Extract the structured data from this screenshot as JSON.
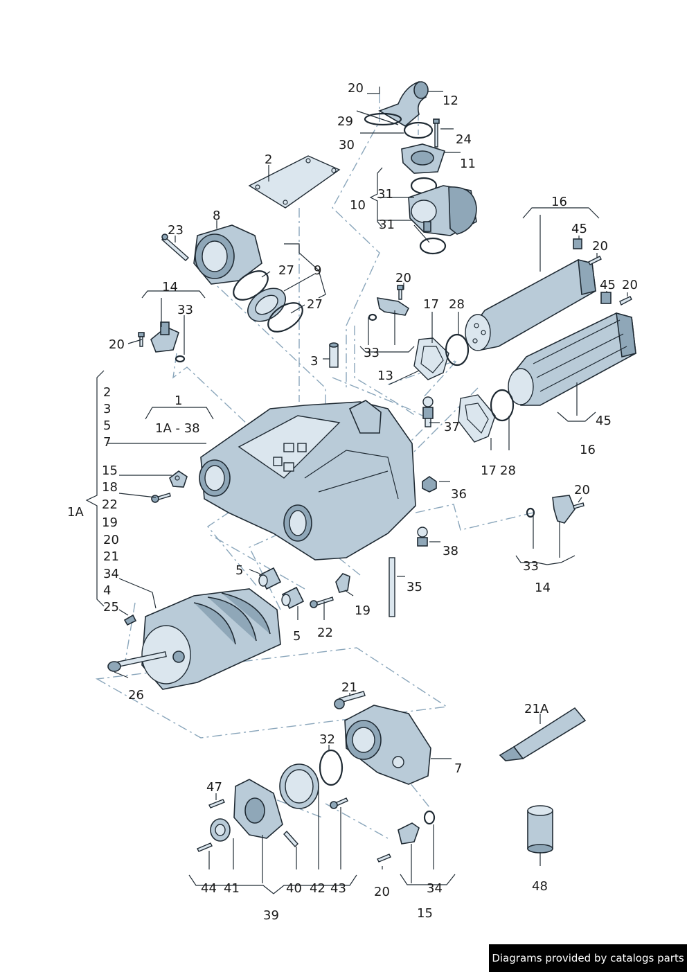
{
  "callouts": {
    "c20a": "20",
    "c12": "12",
    "c29": "29",
    "c24": "24",
    "c30": "30",
    "c2": "2",
    "c11": "11",
    "c31a": "31",
    "c10": "10",
    "c31b": "31",
    "c16a": "16",
    "c8": "8",
    "c23": "23",
    "c45a": "45",
    "c20b": "20",
    "c27a": "27",
    "c9": "9",
    "c45b": "45",
    "c20c": "20",
    "c14a": "14",
    "c20d": "20",
    "c17a": "17",
    "c28a": "28",
    "c27b": "27",
    "c33a": "33",
    "c20e": "20",
    "c33b": "33",
    "c3": "3",
    "c13": "13",
    "l2": "2",
    "l3": "3",
    "c1": "1",
    "l5": "5",
    "c1a38": "1A - 38",
    "c37": "37",
    "c45c": "45",
    "l7": "7",
    "c16b": "16",
    "c17b": "17",
    "c28b": "28",
    "l15": "15",
    "l18": "18",
    "c36": "36",
    "c20f": "20",
    "l22": "22",
    "c1A": "1A",
    "l19": "19",
    "c38": "38",
    "l20": "20",
    "c33c": "33",
    "l21": "21",
    "l34": "34",
    "c5a": "5",
    "c35": "35",
    "c14b": "14",
    "l4": "4",
    "c19": "19",
    "l25": "25",
    "c22": "22",
    "c5b": "5",
    "c26": "26",
    "c21": "21",
    "c21A": "21A",
    "c32": "32",
    "c7": "7",
    "c47": "47",
    "c44": "44",
    "c41": "41",
    "c40": "40",
    "c42": "42",
    "c43": "43",
    "c20g": "20",
    "c34": "34",
    "c48": "48",
    "c39": "39",
    "c15": "15"
  },
  "footer": {
    "text": "Diagrams provided by catalogs parts"
  }
}
